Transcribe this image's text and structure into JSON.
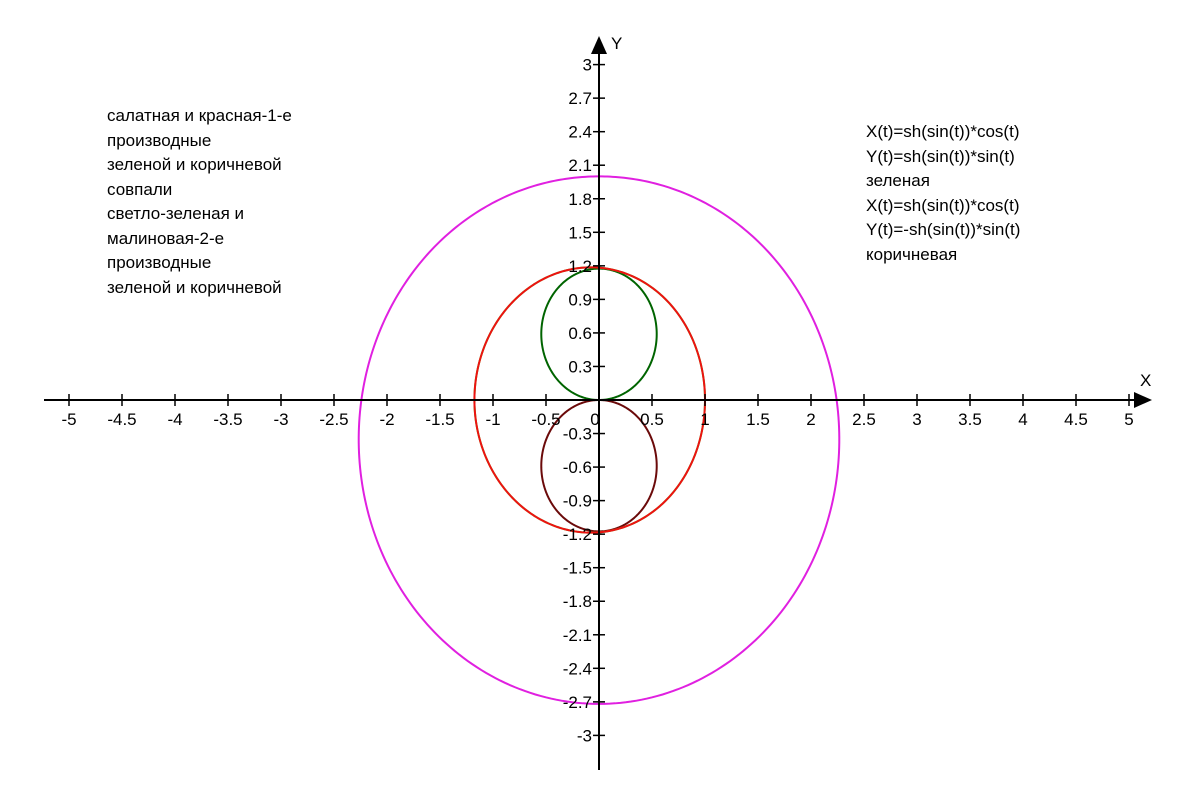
{
  "chart_data": {
    "type": "line",
    "xlabel": "X",
    "ylabel": "Y",
    "xlim": [
      -5,
      5
    ],
    "ylim": [
      -3,
      3
    ],
    "x_ticks": [
      "-5",
      "-4.5",
      "-4",
      "-3.5",
      "-3",
      "-2.5",
      "-2",
      "-1.5",
      "-1",
      "-0.5",
      "0",
      "0.5",
      "1",
      "1.5",
      "2",
      "2.5",
      "3",
      "3.5",
      "4",
      "4.5",
      "5"
    ],
    "y_ticks": [
      "3",
      "2.7",
      "2.4",
      "2.1",
      "1.8",
      "1.5",
      "1.2",
      "0.9",
      "0.6",
      "0.3",
      "-0.3",
      "-0.6",
      "-0.9",
      "-1.2",
      "-1.5",
      "-1.8",
      "-2.1",
      "-2.4",
      "-2.7",
      "-3"
    ],
    "grid": false,
    "series": [
      {
        "key": "green",
        "color": "#006400",
        "expr": "X(t)=sh(sin(t))*cos(t), Y(t)=sh(sin(t))*sin(t)"
      },
      {
        "key": "brown",
        "color": "#6b0a0a",
        "expr": "X(t)=sh(sin(t))*cos(t), Y(t)=-sh(sin(t))*sin(t)"
      },
      {
        "key": "lime",
        "color": "#22ee22",
        "expr": "first derivative of green and brown"
      },
      {
        "key": "red",
        "color": "#ee1111",
        "expr": "first derivative of green and brown"
      },
      {
        "key": "magenta",
        "color": "#e020e0",
        "expr": "second derivative of green and brown"
      }
    ]
  },
  "notes": {
    "left": [
      "салатная и красная-1-е",
      "производные",
      "зеленой и коричневой",
      "совпали",
      "светло-зеленая и",
      "малиновая-2-е",
      "производные",
      "зеленой и коричневой"
    ],
    "right": [
      "X(t)=sh(sin(t))*cos(t)",
      "Y(t)=sh(sin(t))*sin(t)",
      "зеленая",
      "X(t)=sh(sin(t))*cos(t)",
      "Y(t)=-sh(sin(t))*sin(t)",
      "коричневая"
    ]
  }
}
